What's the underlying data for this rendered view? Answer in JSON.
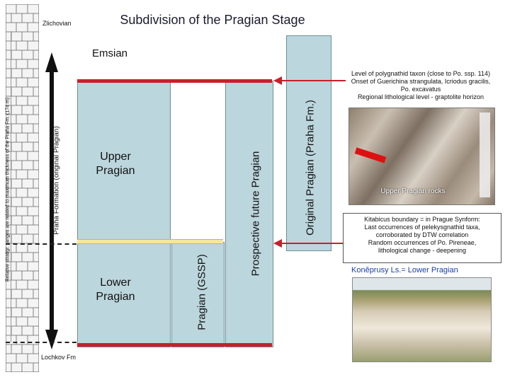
{
  "title": "Subdivision of the Pragian Stage",
  "labels": {
    "zlichovian": "Zlichovian",
    "lochkov": "Lochkov Fm",
    "emsian": "Emsian",
    "upper_pragian": "Upper\nPragian",
    "lower_pragian": "Lower\nPragian",
    "pragian_gssp": "Pragian (GSSP)",
    "prospective": "Prospective   future Pragian",
    "original_pragian": "Original Pragian (Praha Fm.)",
    "praha_formation": "Praha Formation (original Pragian)",
    "relative_ranges": "Relative stratigr. ranges are related to maximum thickness of the Praha Fm. (174 m)",
    "upper_rocks": "Upper Pragian rocks",
    "koneprusy": "Koněprusy Ls.= Lower Pragian"
  },
  "notes": {
    "upper_level": "Level of polygnathid taxon (close to Po. ssp. 114)\nOnset of Guerichina strangulata, Icriodus gracilis,\nPo. excavatus\nRegional lithological level - graptolite horizon",
    "kitabicus": "Kitabicus boundary = in Prague Synform:\nLast occurrences of pelekysgnathid taxa,\ncorroborated by DTW correlation\nRandom occurrences of Po. Pireneae,\nlithological change - deepening"
  },
  "colors": {
    "box": "#bcd6dd",
    "red": "#c8202a",
    "yellow": "#f3e99a",
    "dashed": "#222222"
  }
}
